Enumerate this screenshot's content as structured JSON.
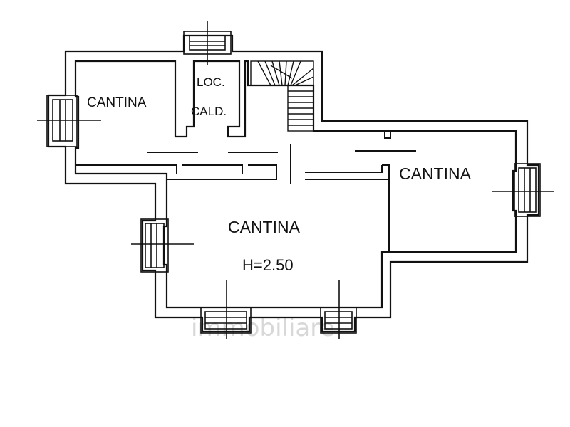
{
  "colors": {
    "line": "#111111",
    "background": "#ffffff",
    "watermark": "#d8d8d8"
  },
  "rooms": {
    "cantina_left": "CANTINA",
    "cantina_right": "CANTINA",
    "cantina_main": "CANTINA",
    "height_note": "H=2.50",
    "loc_cald_line1": "LOC.",
    "loc_cald_line2": "CALD."
  },
  "watermark": "immobiliare"
}
